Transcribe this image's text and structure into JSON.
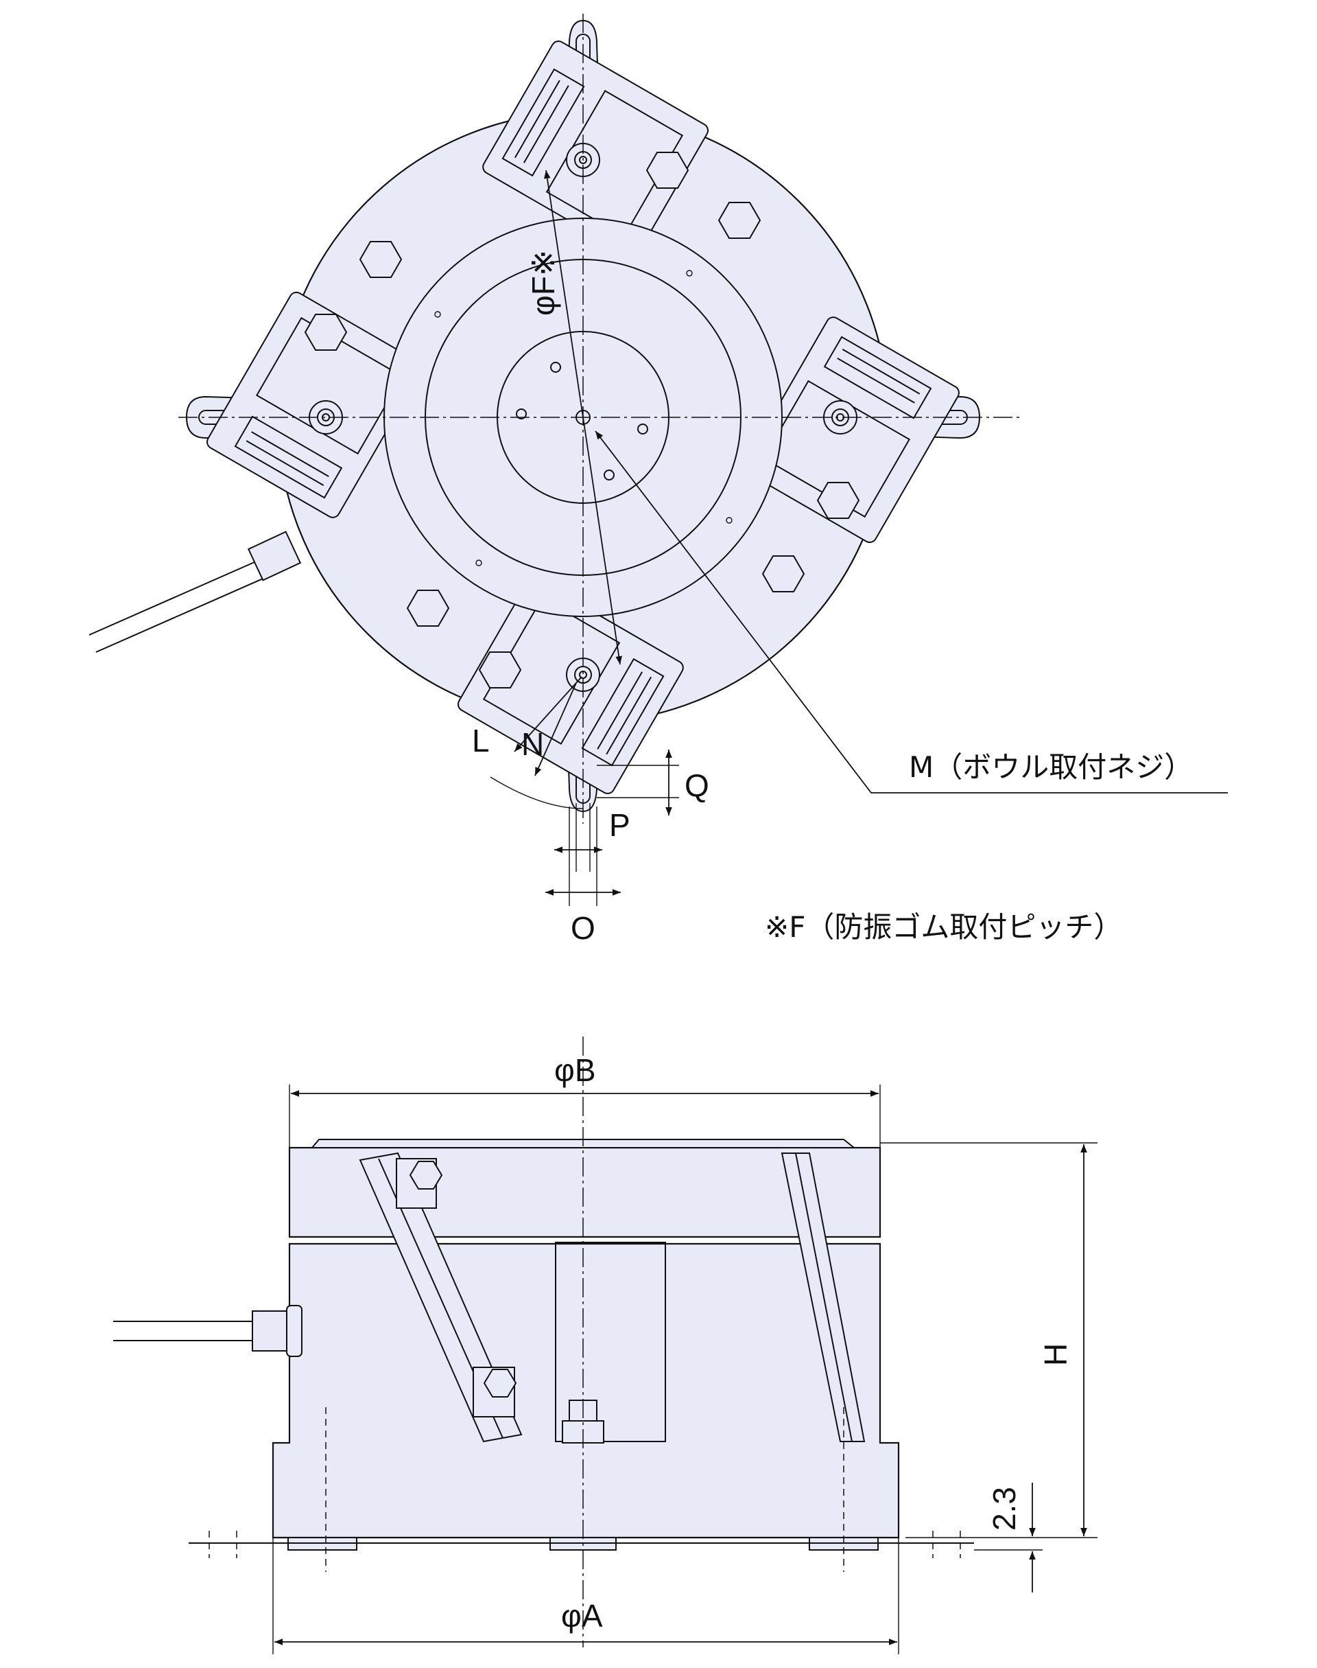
{
  "labels": {
    "phi_f": "φF※",
    "l": "L",
    "n": "N",
    "q": "Q",
    "p": "P",
    "o": "O",
    "m_note": "M（ボウル取付ネジ）",
    "f_note": "※F（防振ゴム取付ピッチ）",
    "phi_b": "φB",
    "phi_a": "φA",
    "h": "H",
    "dim_23": "2.3"
  },
  "colors": {
    "body": "#e8ebf7",
    "line": "#111111"
  }
}
